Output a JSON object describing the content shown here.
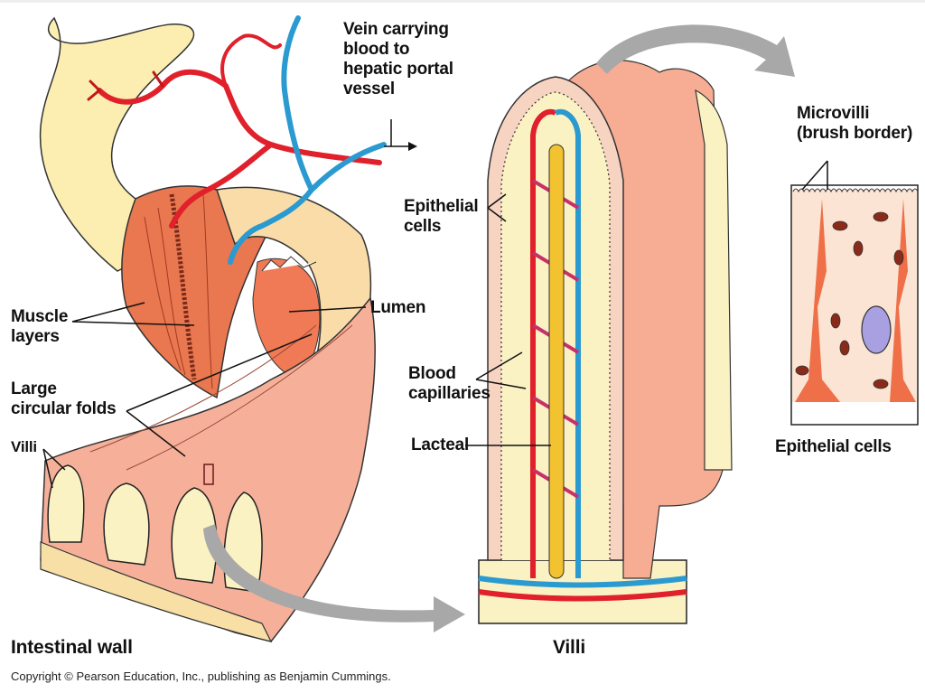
{
  "figure": {
    "panels": [
      {
        "id": "intestinal-wall",
        "title": "Intestinal wall"
      },
      {
        "id": "villi",
        "title": "Villi"
      },
      {
        "id": "epithelial-cells",
        "title": "Epithelial cells"
      }
    ],
    "labels": {
      "vein": "Vein carrying\nblood to\nhepatic portal\nvessel",
      "muscle_layers": "Muscle\nlayers",
      "large_circular_folds": "Large\ncircular folds",
      "villi_small": "Villi",
      "lumen": "Lumen",
      "epithelial_cells": "Epithelial\ncells",
      "blood_capillaries": "Blood\ncapillaries",
      "lacteal": "Lacteal",
      "microvilli": "Microvilli\n(brush border)"
    },
    "copyright": "Copyright © Pearson Education, Inc., publishing as Benjamin Cummings.",
    "colors": {
      "artery": "#e0202a",
      "vein": "#2a9ad0",
      "lacteal": "#f2c230",
      "tissue_pink": "#f4a98f",
      "muscle": "#e8704f",
      "cream": "#fbf2c4",
      "arrow_gray": "#a8a8a8",
      "nucleus": "#a8a0e0"
    }
  }
}
